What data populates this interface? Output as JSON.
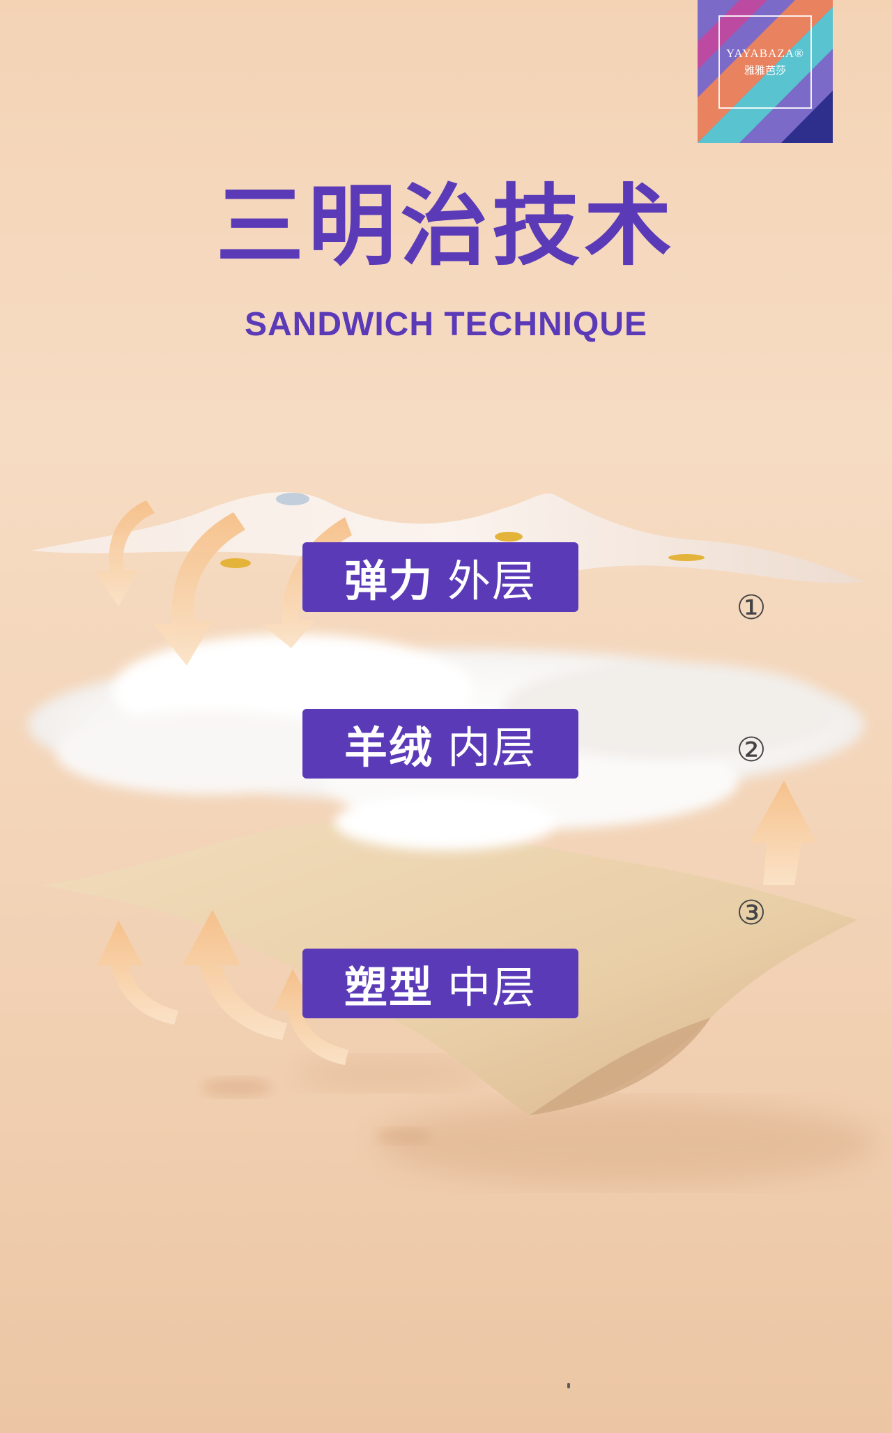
{
  "brand": {
    "name_en": "YAYABAZA®",
    "name_cn": "雅雅芭莎",
    "colors": [
      "#7b6ac8",
      "#e9825f",
      "#59c3cf",
      "#bb4aa0",
      "#2e2f8c"
    ]
  },
  "title": "三明治技术",
  "subtitle": "SANDWICH TECHNIQUE",
  "layers": [
    {
      "name": "弹力",
      "suffix": "外层",
      "number": "①"
    },
    {
      "name": "羊绒",
      "suffix": "内层",
      "number": "②"
    },
    {
      "name": "塑型",
      "suffix": "中层",
      "number": "③"
    }
  ],
  "accent_color": "#5b3ab8"
}
